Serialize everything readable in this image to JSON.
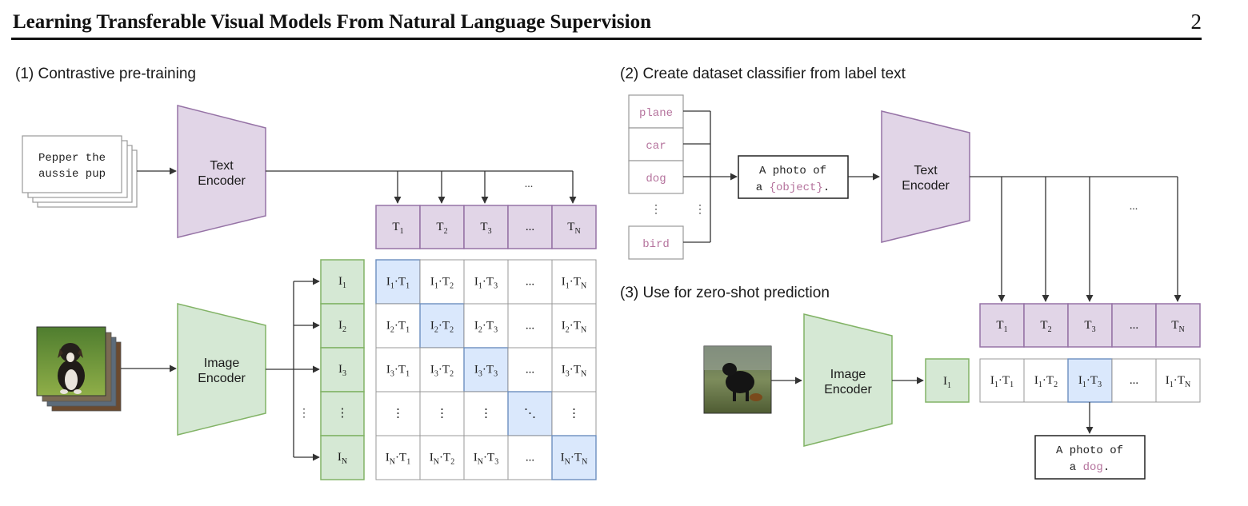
{
  "header": {
    "title": "Learning Transferable Visual Models From Natural Language Supervision",
    "page_number": "2"
  },
  "colors": {
    "text_encoder_fill": "#e1d5e7",
    "text_encoder_stroke": "#9673a6",
    "image_encoder_fill": "#d5e8d4",
    "image_encoder_stroke": "#82b366",
    "highlight_fill": "#dae8fc",
    "highlight_stroke": "#6c8ebf",
    "label_color": "#b5739d"
  },
  "figure": {
    "section1": {
      "title": "(1) Contrastive pre-training",
      "caption_line1": "Pepper the",
      "caption_line2": "aussie pup",
      "text_encoder_line1": "Text",
      "text_encoder_line2": "Encoder",
      "image_encoder_line1": "Image",
      "image_encoder_line2": "Encoder",
      "t_row": [
        {
          "main": "T",
          "sub": "1"
        },
        {
          "main": "T",
          "sub": "2"
        },
        {
          "main": "T",
          "sub": "3"
        },
        {
          "main": "...",
          "sub": ""
        },
        {
          "main": "T",
          "sub": "N"
        }
      ],
      "i_col": [
        {
          "main": "I",
          "sub": "1"
        },
        {
          "main": "I",
          "sub": "2"
        },
        {
          "main": "I",
          "sub": "3"
        },
        {
          "main": "⋮",
          "sub": ""
        },
        {
          "main": "I",
          "sub": "N"
        }
      ],
      "matrix": [
        [
          {
            "ia": "I",
            "ib": "1",
            "ta": "T",
            "tb": "1"
          },
          {
            "ia": "I",
            "ib": "1",
            "ta": "T",
            "tb": "2"
          },
          {
            "ia": "I",
            "ib": "1",
            "ta": "T",
            "tb": "3"
          },
          {
            "text": "..."
          },
          {
            "ia": "I",
            "ib": "1",
            "ta": "T",
            "tb": "N"
          }
        ],
        [
          {
            "ia": "I",
            "ib": "2",
            "ta": "T",
            "tb": "1"
          },
          {
            "ia": "I",
            "ib": "2",
            "ta": "T",
            "tb": "2"
          },
          {
            "ia": "I",
            "ib": "2",
            "ta": "T",
            "tb": "3"
          },
          {
            "text": "..."
          },
          {
            "ia": "I",
            "ib": "2",
            "ta": "T",
            "tb": "N"
          }
        ],
        [
          {
            "ia": "I",
            "ib": "3",
            "ta": "T",
            "tb": "1"
          },
          {
            "ia": "I",
            "ib": "3",
            "ta": "T",
            "tb": "2"
          },
          {
            "ia": "I",
            "ib": "3",
            "ta": "T",
            "tb": "3"
          },
          {
            "text": "..."
          },
          {
            "ia": "I",
            "ib": "3",
            "ta": "T",
            "tb": "N"
          }
        ],
        [
          {
            "text": "⋮"
          },
          {
            "text": "⋮"
          },
          {
            "text": "⋮"
          },
          {
            "text": "⋱"
          },
          {
            "text": "⋮"
          }
        ],
        [
          {
            "ia": "I",
            "ib": "N",
            "ta": "T",
            "tb": "1"
          },
          {
            "ia": "I",
            "ib": "N",
            "ta": "T",
            "tb": "2"
          },
          {
            "ia": "I",
            "ib": "N",
            "ta": "T",
            "tb": "3"
          },
          {
            "text": "..."
          },
          {
            "ia": "I",
            "ib": "N",
            "ta": "T",
            "tb": "N"
          }
        ]
      ],
      "arrow_dots": "...",
      "vdots": "⋮"
    },
    "section2": {
      "title": "(2) Create dataset classifier from label text",
      "labels": [
        "plane",
        "car",
        "dog",
        "bird"
      ],
      "vdots": "⋮",
      "template_line1": "A photo of",
      "template_prefix": "a ",
      "template_object": "{object}",
      "template_suffix": ".",
      "text_encoder_line1": "Text",
      "text_encoder_line2": "Encoder",
      "arrow_dots": "..."
    },
    "section3": {
      "title": "(3) Use for zero-shot prediction",
      "image_encoder_line1": "Image",
      "image_encoder_line2": "Encoder",
      "i1": {
        "main": "I",
        "sub": "1"
      },
      "t_row": [
        {
          "main": "T",
          "sub": "1"
        },
        {
          "main": "T",
          "sub": "2"
        },
        {
          "main": "T",
          "sub": "3"
        },
        {
          "main": "...",
          "sub": ""
        },
        {
          "main": "T",
          "sub": "N"
        }
      ],
      "result_row": [
        {
          "ia": "I",
          "ib": "1",
          "ta": "T",
          "tb": "1"
        },
        {
          "ia": "I",
          "ib": "1",
          "ta": "T",
          "tb": "2"
        },
        {
          "ia": "I",
          "ib": "1",
          "ta": "T",
          "tb": "3"
        },
        {
          "text": "..."
        },
        {
          "ia": "I",
          "ib": "1",
          "ta": "T",
          "tb": "N"
        }
      ],
      "prediction_line1": "A photo of",
      "prediction_prefix": "a ",
      "prediction_object": "dog",
      "prediction_suffix": "."
    }
  }
}
